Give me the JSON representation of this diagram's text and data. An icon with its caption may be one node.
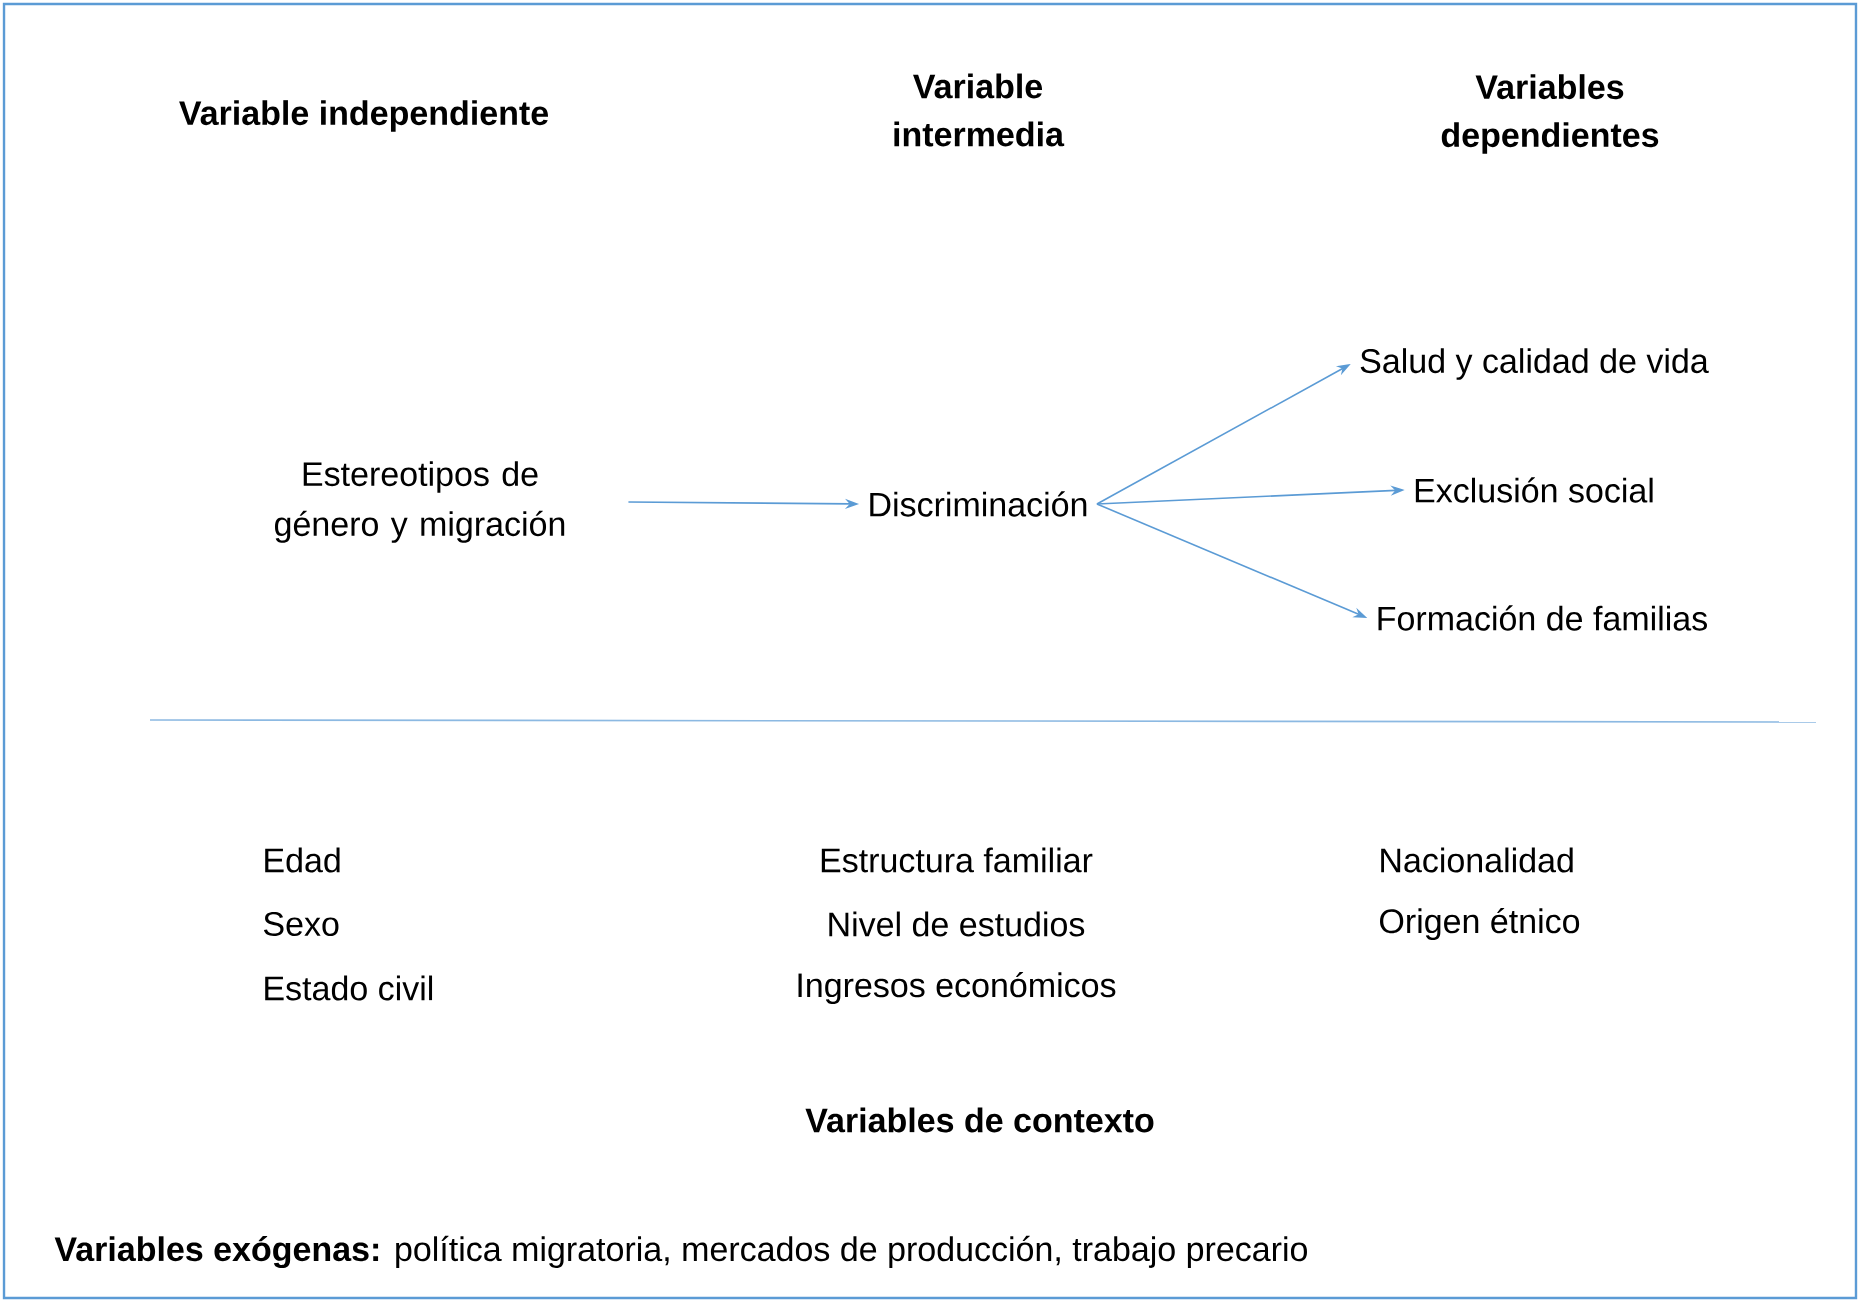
{
  "diagram": {
    "nodes": [
      {
        "text": [
          "Estereotipos de género y migración"
        ]
      },
      {
        "text": [
          "Discriminación"
        ]
      },
      {
        "text": [
          "Salud y calidad de vida"
        ]
      },
      {
        "text": [
          "Exclusión social"
        ]
      },
      {
        "text": [
          "Formación de familias"
        ]
      }
    ],
    "edges": [
      {
        "from": 0,
        "to": 1,
        "arrow": "to"
      },
      {
        "from": 1,
        "to": 2,
        "arrow": "to"
      },
      {
        "from": 1,
        "to": 3,
        "arrow": "to"
      },
      {
        "from": 1,
        "to": 4,
        "arrow": "to"
      }
    ],
    "labels": [
      "Variable independiente",
      "Variable intermedia",
      "Variables dependientes",
      "Edad",
      "Estructura familiar",
      "Nacionalidad",
      "Sexo",
      "Nivel de estudios",
      "Origen étnico",
      "Estado civil",
      "Ingresos económicos",
      "Variables de contexto",
      "**Variables exógenas:** política migratoria, mercados de producción, trabajo precario"
    ]
  }
}
